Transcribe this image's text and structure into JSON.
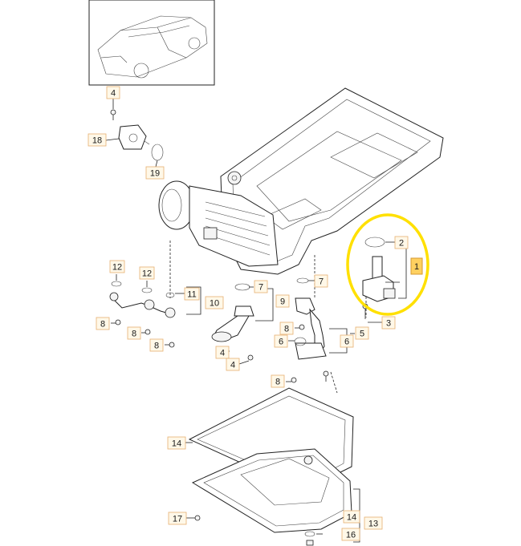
{
  "callouts": [
    {
      "id": "c4a",
      "label": "4"
    },
    {
      "id": "c18",
      "label": "18"
    },
    {
      "id": "c19",
      "label": "19"
    },
    {
      "id": "c2",
      "label": "2"
    },
    {
      "id": "c1",
      "label": "1"
    },
    {
      "id": "c3",
      "label": "3"
    },
    {
      "id": "c12a",
      "label": "12"
    },
    {
      "id": "c12b",
      "label": "12"
    },
    {
      "id": "c11",
      "label": "11"
    },
    {
      "id": "c10",
      "label": "10"
    },
    {
      "id": "c8a",
      "label": "8"
    },
    {
      "id": "c8b",
      "label": "8"
    },
    {
      "id": "c8c",
      "label": "8"
    },
    {
      "id": "c7a",
      "label": "7"
    },
    {
      "id": "c9",
      "label": "9"
    },
    {
      "id": "c7b",
      "label": "7"
    },
    {
      "id": "c8d",
      "label": "8"
    },
    {
      "id": "c6a",
      "label": "6"
    },
    {
      "id": "c6b",
      "label": "6"
    },
    {
      "id": "c5",
      "label": "5"
    },
    {
      "id": "c4b",
      "label": "4"
    },
    {
      "id": "c4c",
      "label": "4"
    },
    {
      "id": "c8e",
      "label": "8"
    },
    {
      "id": "c14a",
      "label": "14"
    },
    {
      "id": "c17",
      "label": "17"
    },
    {
      "id": "c14b",
      "label": "14"
    },
    {
      "id": "c13",
      "label": "13"
    },
    {
      "id": "c16",
      "label": "16"
    }
  ],
  "colors": {
    "highlight": "#ffe000",
    "callout_fill": "#fff8e8",
    "callout_border": "#e6b070",
    "selected_fill": "#ffd060"
  }
}
